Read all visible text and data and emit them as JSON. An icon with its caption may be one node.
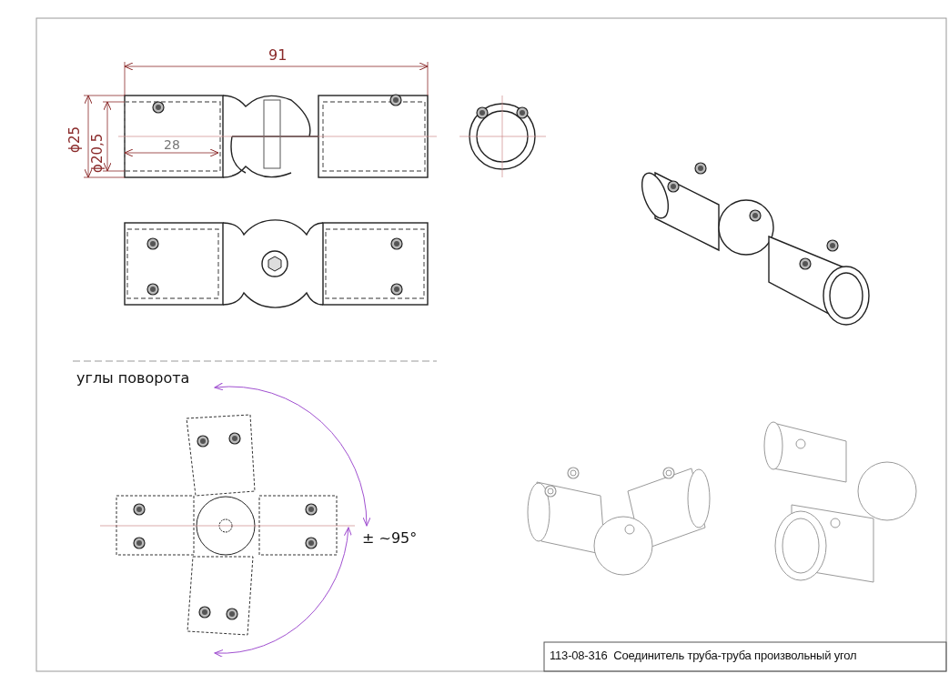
{
  "diagram": {
    "labels": [
      "91",
      "ϕ25",
      "ϕ20,5",
      "28",
      "углы поворота",
      "± ~95°",
      "113-08-316  Соединитель труба-труба произвольный угол"
    ]
  }
}
